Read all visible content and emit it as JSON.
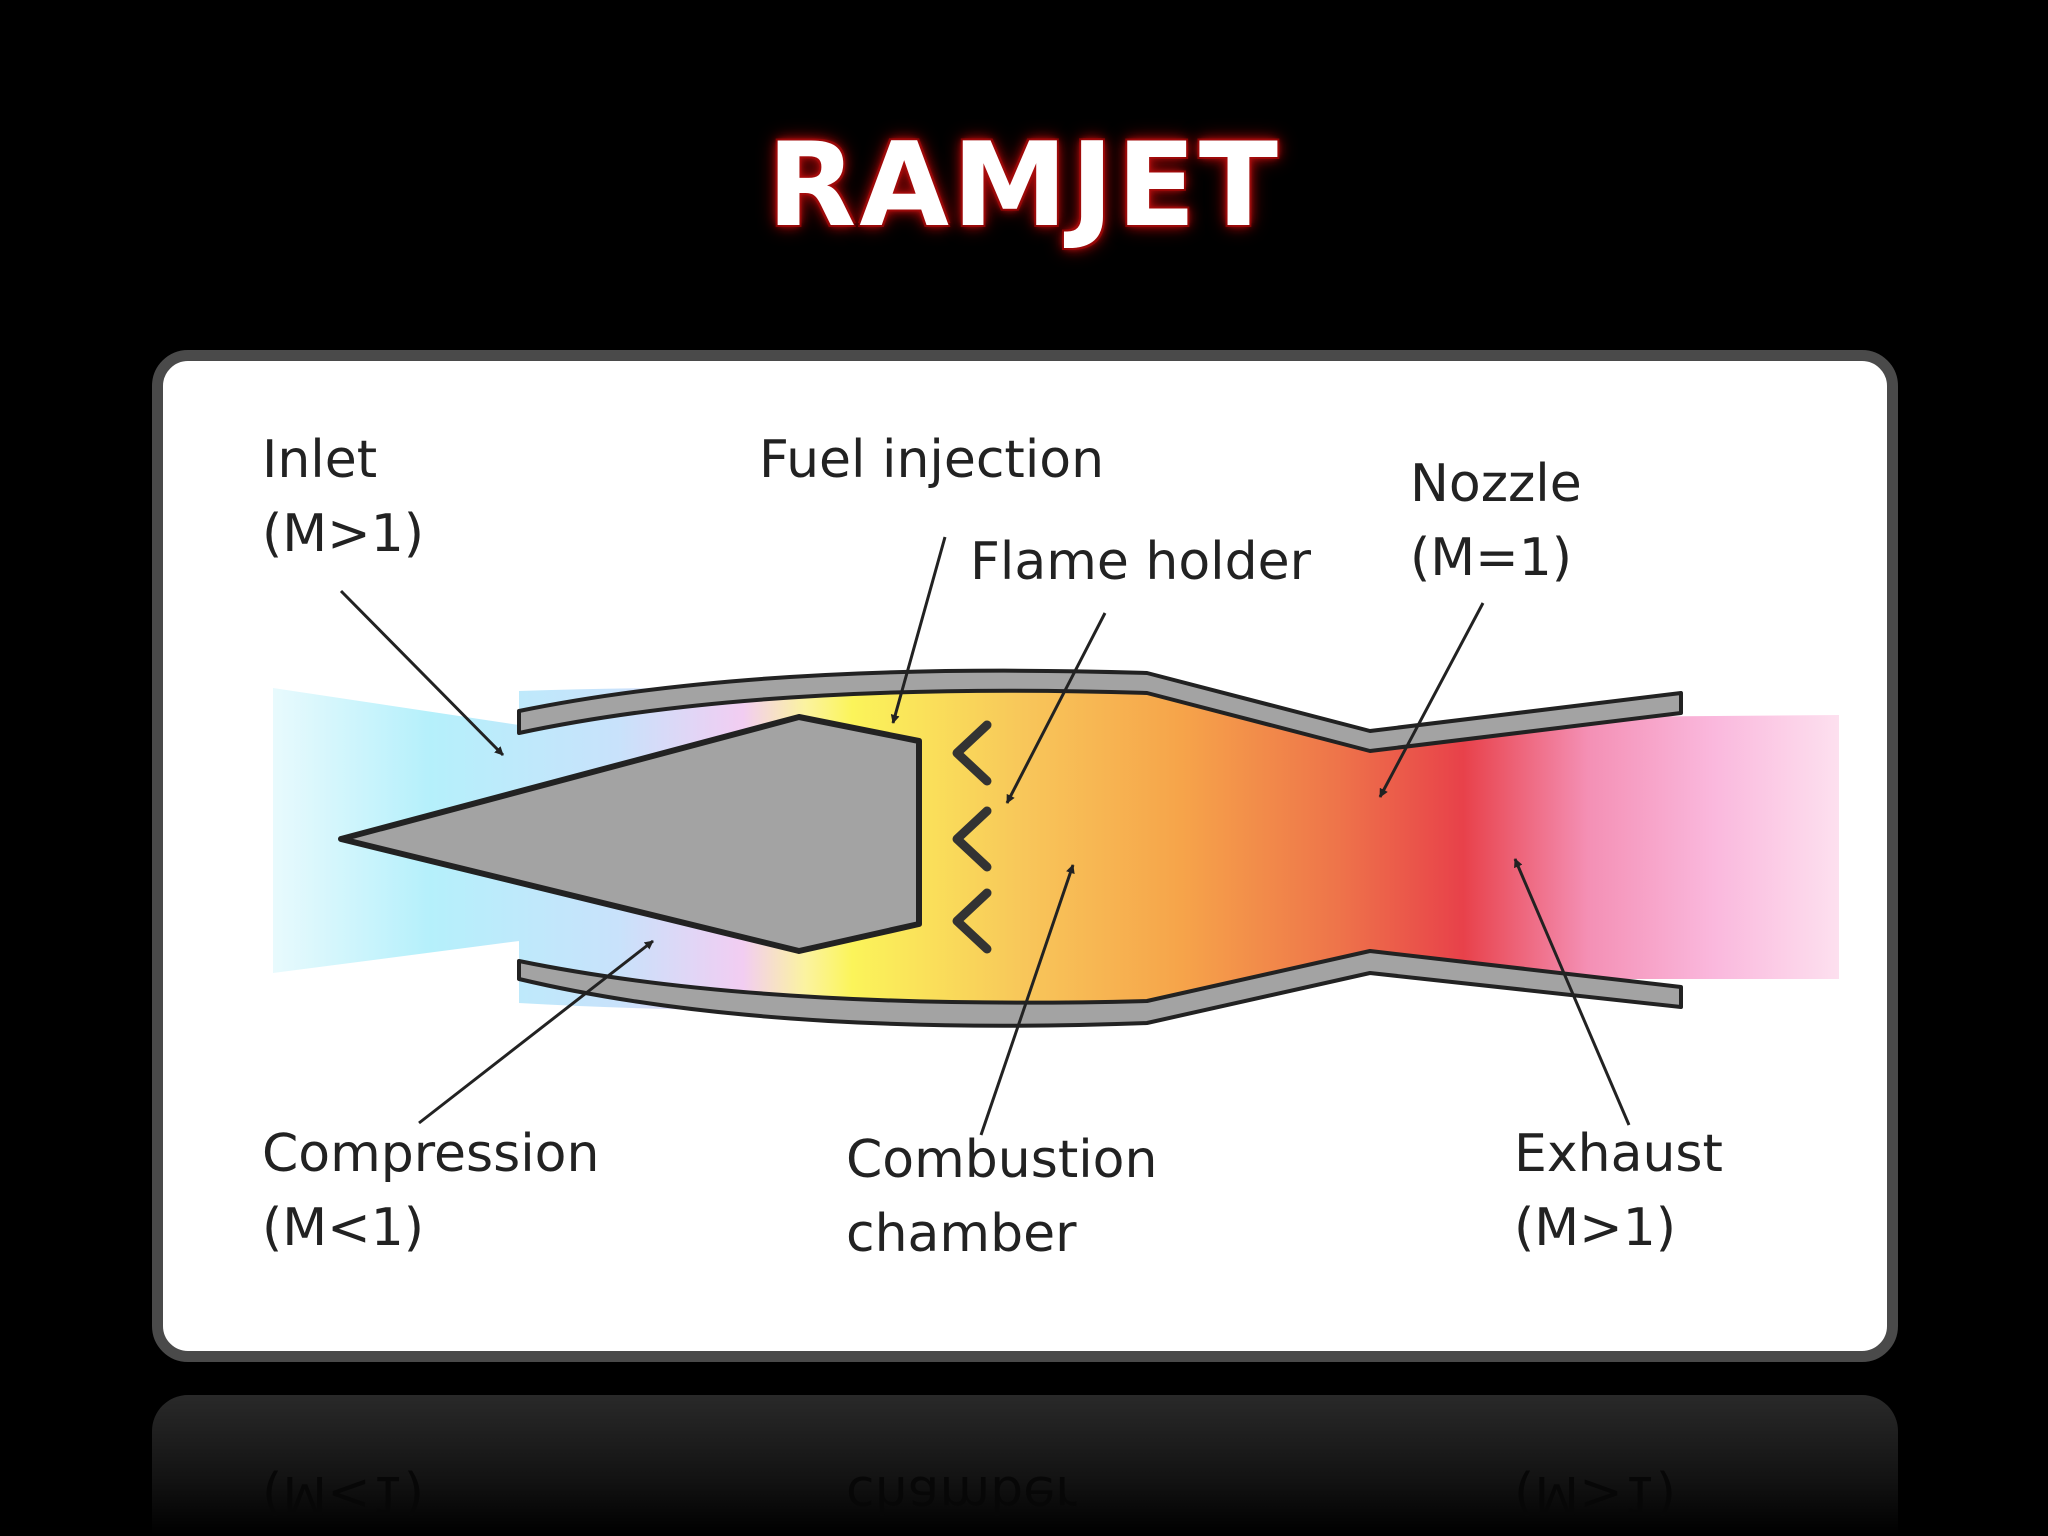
{
  "title": "RAMJET",
  "labels": {
    "inlet": [
      "Inlet",
      "(M>1)"
    ],
    "fuel_injection": "Fuel injection",
    "flame_holder": "Flame holder",
    "nozzle": [
      "Nozzle",
      "(M=1)"
    ],
    "compression": [
      "Compression",
      "(M<1)"
    ],
    "combustion_chamber": [
      "Combustion",
      "chamber"
    ],
    "exhaust": [
      "Exhaust",
      "(M>1)"
    ]
  },
  "reflection": {
    "left": "(M<1)",
    "center": "chamber",
    "right": "(M>1)"
  },
  "colors": {
    "background": "#000000",
    "title_glow": "#b01010",
    "card_border": "#4a4a4a",
    "engine_gray": "#a3a3a3",
    "flow_inlet": "#aeeefa",
    "flow_fuel": "#fbf45a",
    "flow_combustion": "#f7a94a",
    "flow_nozzle": "#e8414a",
    "flow_exhaust": "#fdd6ea"
  }
}
